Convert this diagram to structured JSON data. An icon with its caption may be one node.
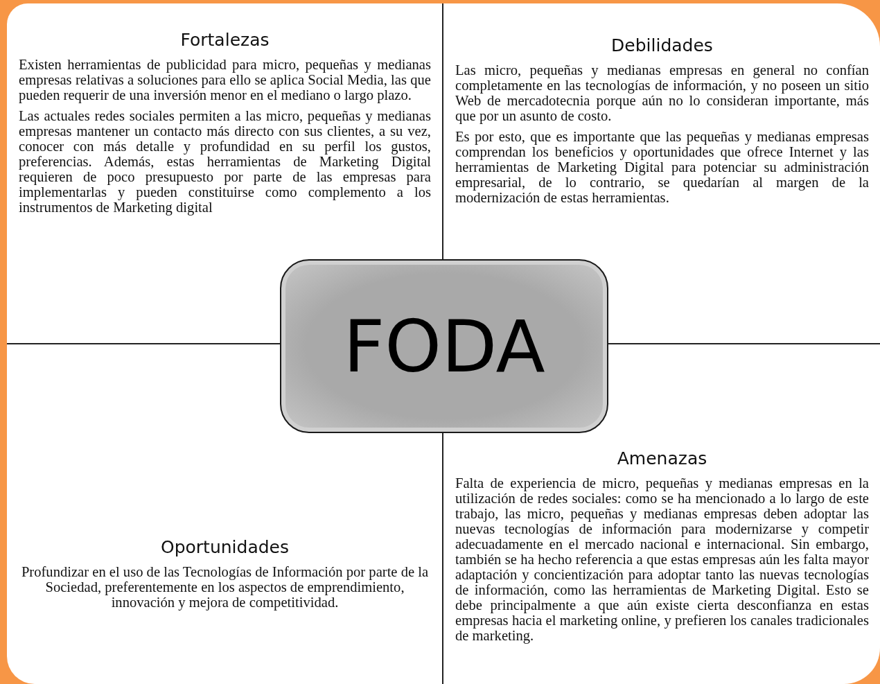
{
  "diagram": {
    "nodes": [
      {
        "text": [
          "Fortalezas",
          "Existen herramientas de publicidad para micro, pequeñas y medianas empresas relativas a soluciones para ello se aplica Social Media, las que pueden requerir de una inversión menor en el mediano o largo plazo.",
          "Las actuales redes sociales permiten a las micro, pequeñas y medianas empresas mantener un contacto más directo con sus clientes, a su vez, conocer con más detalle y profundidad en su perfil los gustos, preferencias. Además, estas herramientas de Marketing Digital requieren de poco presupuesto por parte de las empresas para implementarlas y pueden constituirse como complemento a los instrumentos de Marketing digital"
        ]
      },
      {
        "text": [
          "Debilidades",
          "Las micro, pequeñas y medianas empresas en general no confían completamente en las tecnologías de información, y no poseen un sitio Web de mercadotecnia porque aún no lo consideran importante, más que por un asunto de costo.",
          "Es por esto, que es importante que las pequeñas y medianas empresas comprendan los beneficios y oportunidades que ofrece Internet y las herramientas de Marketing Digital para potenciar su administración empresarial, de lo contrario, se quedarían al margen de la modernización de estas herramientas."
        ]
      },
      {
        "text": [
          "FODA"
        ]
      },
      {
        "text": [
          "Oportunidades",
          "Profundizar en el uso de las Tecnologías de Información por parte de la Sociedad, preferentemente en los aspectos de emprendimiento, innovación y mejora de competitividad."
        ]
      },
      {
        "text": [
          "Amenazas",
          "Falta de experiencia de micro, pequeñas y medianas empresas en la utilización de redes sociales:  como se ha mencionado a lo largo de este trabajo, las micro, pequeñas y medianas empresas deben adoptar las nuevas tecnologías de información para modernizarse y competir adecuadamente en el mercado nacional e internacional. Sin embargo, también se ha hecho referencia a que estas empresas aún les falta mayor adaptación y concientización para adoptar tanto las nuevas tecnologías de información, como las herramientas de Marketing Digital. Esto se debe principalmente a que aún existe cierta desconfianza en estas empresas hacia el marketing online, y prefieren los canales tradicionales de marketing."
        ]
      }
    ]
  }
}
